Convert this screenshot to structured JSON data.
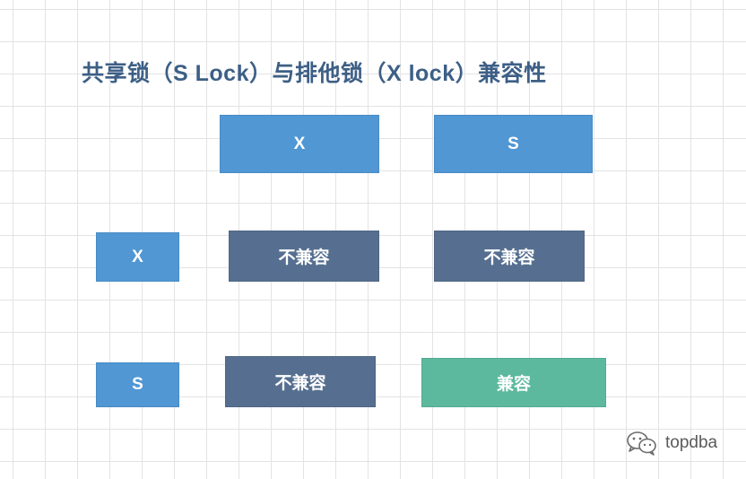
{
  "title": "共享锁（S Lock）与排他锁（X lock）兼容性",
  "columns": {
    "x": "X",
    "s": "S"
  },
  "rows": [
    {
      "label": "X",
      "cells": [
        "不兼容",
        "不兼容"
      ]
    },
    {
      "label": "S",
      "cells": [
        "不兼容",
        "兼容"
      ]
    }
  ],
  "colors": {
    "header": "#5097d4",
    "incompatible": "#566f90",
    "compatible": "#5cb99d",
    "title": "#3d5f86"
  },
  "watermark": {
    "icon": "wechat-icon",
    "text": "topdba"
  }
}
